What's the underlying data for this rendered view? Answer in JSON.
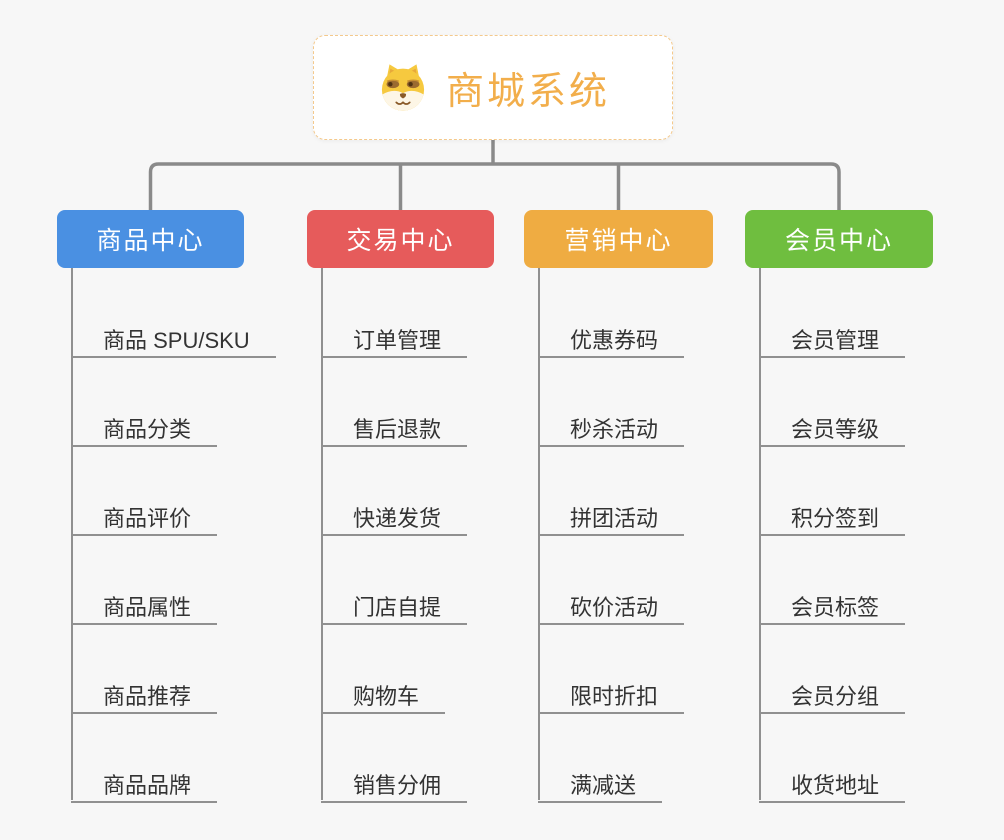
{
  "page": {
    "background": "#f7f7f7"
  },
  "root": {
    "label": "商城系统",
    "icon": "dog-face-icon",
    "text_color": "#F2AE4B",
    "border_color": "#F4C98C"
  },
  "connectors": {
    "tree_line_color": "#8A8A8A",
    "child_line_color": "#909090"
  },
  "branches": [
    {
      "label": "商品中心",
      "color": "#4A90E2",
      "children": [
        "商品 SPU/SKU",
        "商品分类",
        "商品评价",
        "商品属性",
        "商品推荐",
        "商品品牌"
      ]
    },
    {
      "label": "交易中心",
      "color": "#E65B5B",
      "children": [
        "订单管理",
        "售后退款",
        "快递发货",
        "门店自提",
        "购物车",
        "销售分佣"
      ]
    },
    {
      "label": "营销中心",
      "color": "#EFAC42",
      "children": [
        "优惠券码",
        "秒杀活动",
        "拼团活动",
        "砍价活动",
        "限时折扣",
        "满减送"
      ]
    },
    {
      "label": "会员中心",
      "color": "#6FBE3F",
      "children": [
        "会员管理",
        "会员等级",
        "积分签到",
        "会员标签",
        "会员分组",
        "收货地址"
      ]
    }
  ],
  "child_text_color": "#333333"
}
